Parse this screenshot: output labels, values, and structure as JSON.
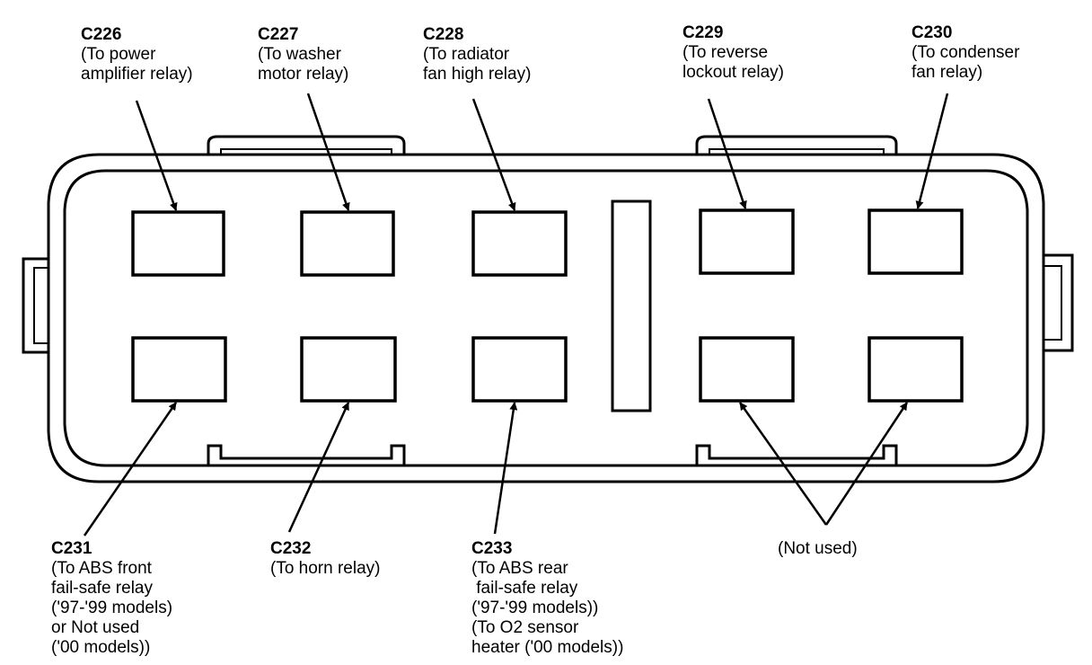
{
  "connectors": {
    "c226": {
      "id": "C226",
      "lines": [
        "(To power",
        "amplifier relay)"
      ]
    },
    "c227": {
      "id": "C227",
      "lines": [
        "(To washer",
        "motor relay)"
      ]
    },
    "c228": {
      "id": "C228",
      "lines": [
        "(To radiator",
        "fan high relay)"
      ]
    },
    "c229": {
      "id": "C229",
      "lines": [
        "(To reverse",
        "lockout relay)"
      ]
    },
    "c230": {
      "id": "C230",
      "lines": [
        "(To condenser",
        "fan relay)"
      ]
    },
    "c231": {
      "id": "C231",
      "lines": [
        "(To ABS front",
        "fail-safe relay",
        "('97-'99 models)",
        "or Not used",
        "('00 models))"
      ]
    },
    "c232": {
      "id": "C232",
      "lines": [
        "(To horn relay)"
      ]
    },
    "c233": {
      "id": "C233",
      "lines": [
        "(To ABS rear",
        " fail-safe relay",
        "('97-'99 models))",
        "(To O2 sensor",
        "heater ('00 models))"
      ]
    }
  },
  "not_used_label": "(Not used)"
}
